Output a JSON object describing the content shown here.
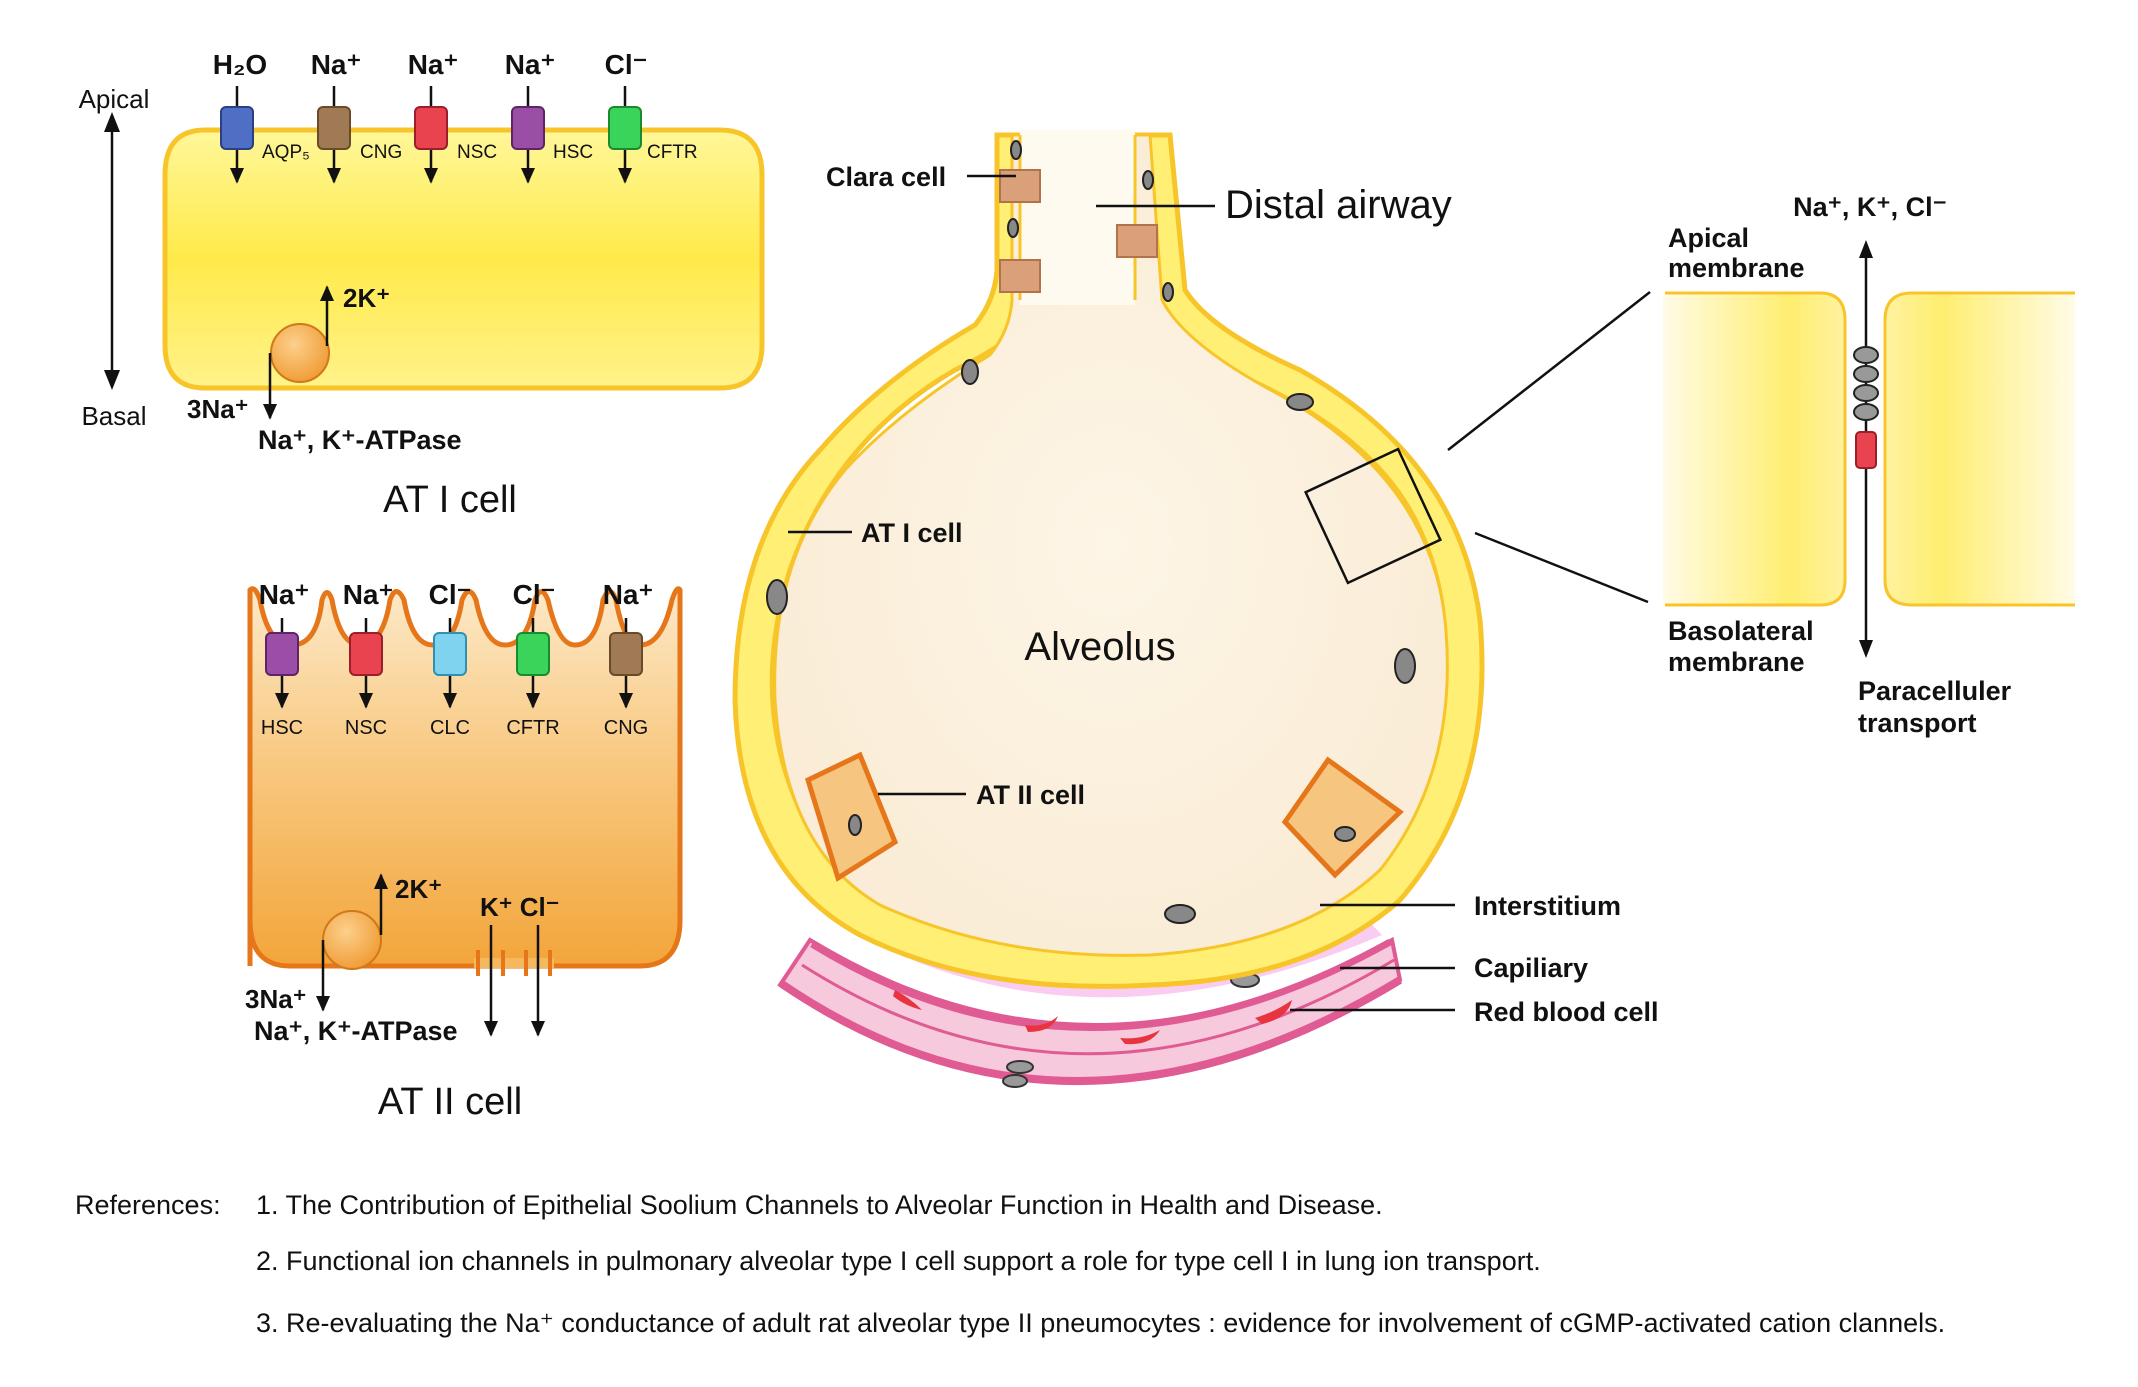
{
  "atI": {
    "apical": "Apical",
    "basal": "Basal",
    "ions": [
      "H₂O",
      "Na⁺",
      "Na⁺",
      "Na⁺",
      "Cl⁻"
    ],
    "channels": [
      "AQP₅",
      "CNG",
      "NSC",
      "HSC",
      "CFTR"
    ],
    "pump_k": "2K⁺",
    "pump_na": "3Na⁺",
    "pump_label": "Na⁺, K⁺-ATPase",
    "title": "AT I cell"
  },
  "atII": {
    "ions": [
      "Na⁺",
      "Na⁺",
      "Cl⁻",
      "Cl⁻",
      "Na⁺"
    ],
    "channels": [
      "HSC",
      "NSC",
      "CLC",
      "CFTR",
      "CNG"
    ],
    "pump_k": "2K⁺",
    "pump_na": "3Na⁺",
    "pump_label": "Na⁺, K⁺-ATPase",
    "kcl": "K⁺  Cl⁻",
    "title": "AT II cell"
  },
  "alveolus": {
    "clara": "Clara cell",
    "distal": "Distal airway",
    "at1": "AT I cell",
    "center": "Alveolus",
    "at2": "AT II cell",
    "interstitium": "Interstitium",
    "capillary": "Capiliary",
    "rbc": "Red blood cell"
  },
  "junction": {
    "ions": "Na⁺, K⁺, Cl⁻",
    "apical1": "Apical",
    "apical2": "membrane",
    "baso1": "Basolateral",
    "baso2": "membrane",
    "para1": "Paracelluler",
    "para2": "transport"
  },
  "references": {
    "label": "References:",
    "items": [
      "1. The Contribution of Epithelial Soolium Channels to Alveolar Function in Health and Disease.",
      "2. Functional ion channels in pulmonary alveolar type I cell support a role for type cell I in lung ion transport.",
      "3. Re-evaluating the Na⁺ conductance of adult rat alveolar type II pneumocytes : evidence for involvement of cGMP-activated cation clannels."
    ]
  },
  "colors": {
    "blue": "#4f6fc4",
    "brown": "#a07a55",
    "red": "#e8434f",
    "purple": "#9b4ea6",
    "green": "#3ad45a",
    "cyan": "#7fd3ee",
    "yellow": "#ffe94d",
    "orange": "#f29a2e"
  }
}
